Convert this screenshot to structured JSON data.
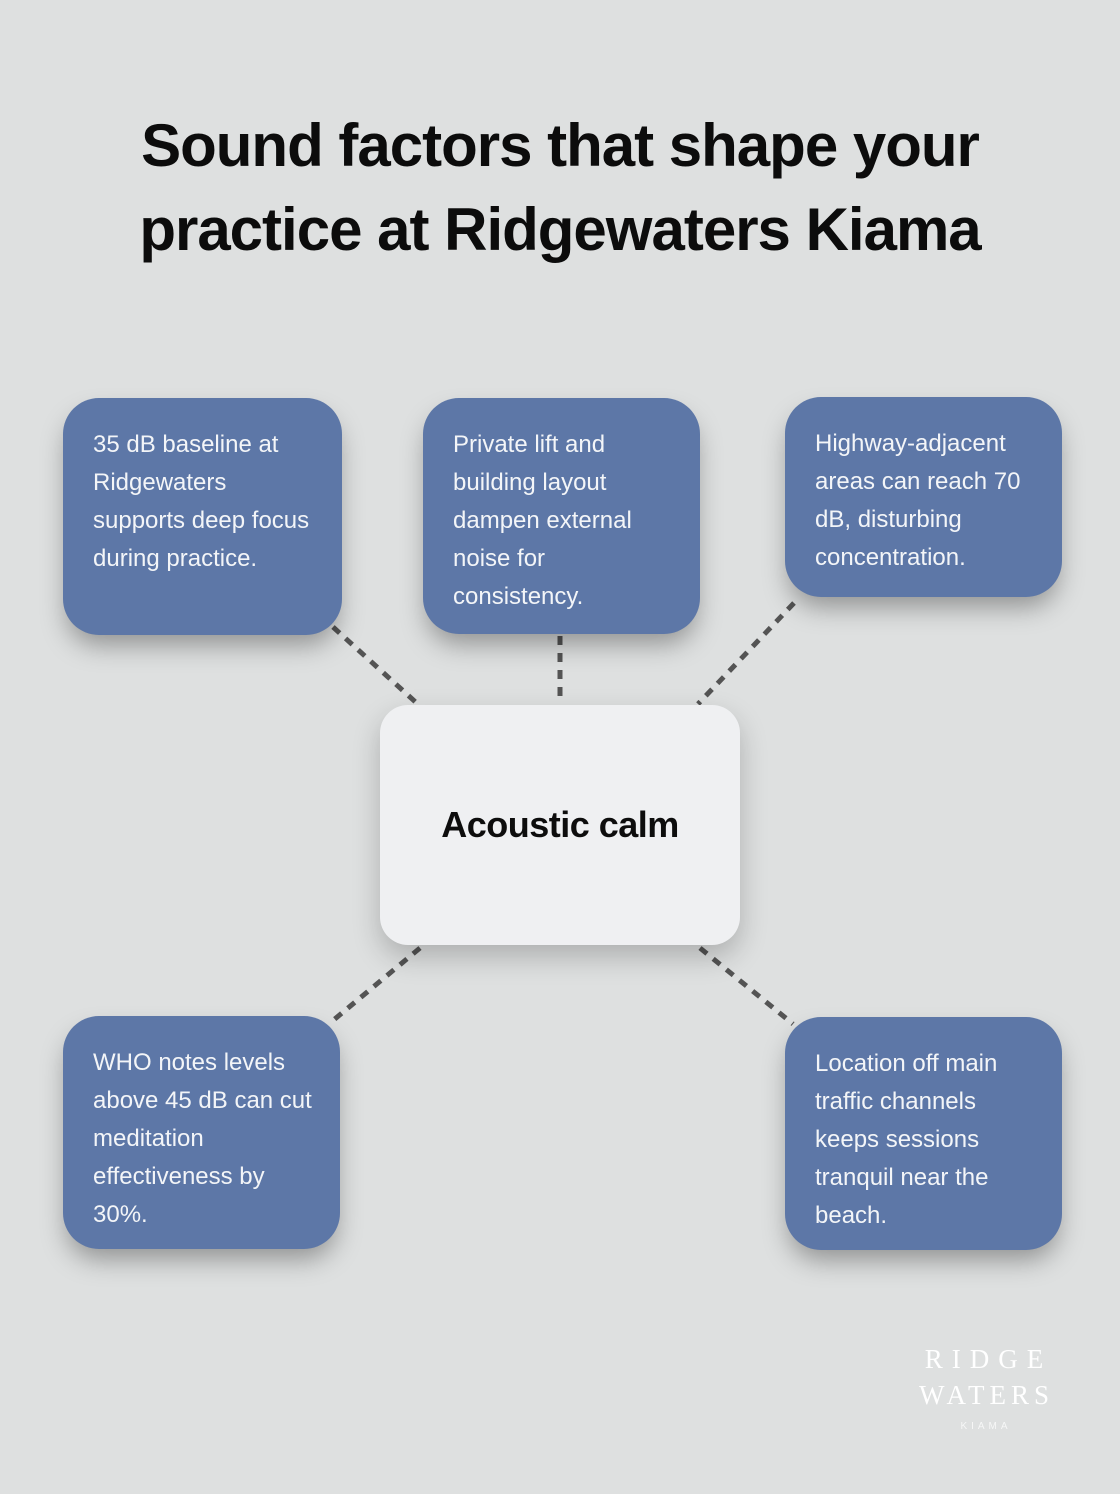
{
  "title": {
    "text": "Sound factors that shape your practice at Ridgewaters Kiama"
  },
  "center": {
    "label": "Acoustic calm"
  },
  "nodes": [
    {
      "id": "top-left",
      "text": "35 dB baseline at Ridgewaters supports deep focus during practice."
    },
    {
      "id": "top-middle",
      "text": "Private lift and building layout dampen external noise for consistency."
    },
    {
      "id": "top-right",
      "text": "Highway-adjacent areas can reach 70 dB, disturbing concentration."
    },
    {
      "id": "bottom-left",
      "text": "WHO notes levels above 45 dB can cut meditation effectiveness by 30%."
    },
    {
      "id": "bottom-right",
      "text": "Location off main traffic channels keeps sessions tranquil near the beach."
    }
  ],
  "logo": {
    "line1": "RIDGE",
    "line2": "WATERS",
    "line3": "KIAMA"
  },
  "colors": {
    "background": "#dee0e0",
    "node_fill": "#5d77a7",
    "node_text": "#f3f5f8",
    "center_fill": "#eff0f2",
    "center_text": "#0d0d0d",
    "connector": "#545454",
    "title_text": "#0c0c0c",
    "logo_text": "#ffffff"
  }
}
